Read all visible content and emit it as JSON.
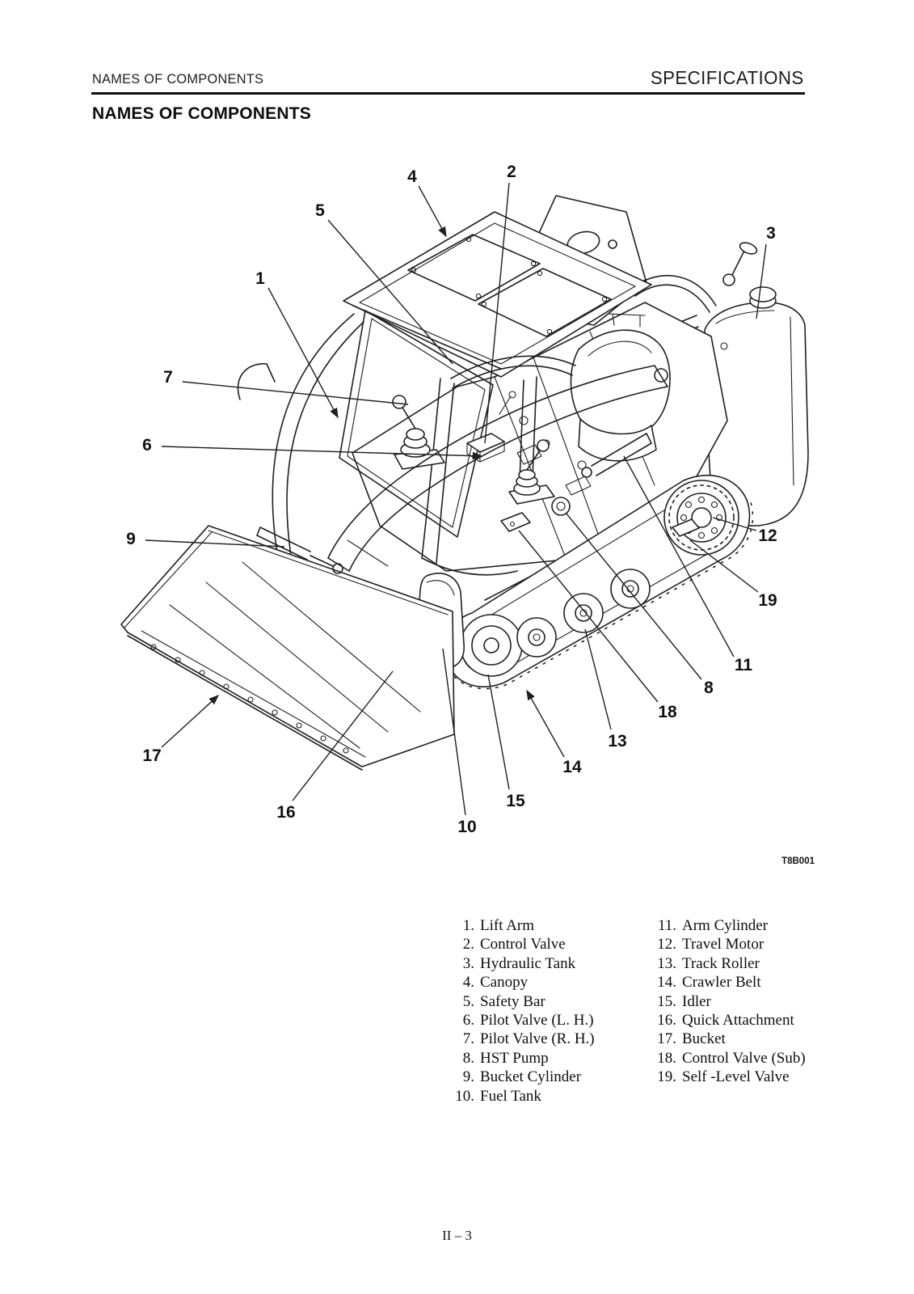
{
  "header": {
    "section_left": "NAMES OF COMPONENTS",
    "section_right": "SPECIFICATIONS"
  },
  "title": "NAMES OF COMPONENTS",
  "figure": {
    "code": "T8B001",
    "callouts": [
      "1",
      "2",
      "3",
      "4",
      "5",
      "6",
      "7",
      "8",
      "9",
      "10",
      "11",
      "12",
      "13",
      "14",
      "15",
      "16",
      "17",
      "18",
      "19"
    ]
  },
  "parts_list": {
    "left": [
      {
        "num": "1.",
        "name": "Lift Arm"
      },
      {
        "num": "2.",
        "name": "Control Valve"
      },
      {
        "num": "3.",
        "name": "Hydraulic Tank"
      },
      {
        "num": "4.",
        "name": "Canopy"
      },
      {
        "num": "5.",
        "name": "Safety Bar"
      },
      {
        "num": "6.",
        "name": "Pilot Valve (L. H.)"
      },
      {
        "num": "7.",
        "name": "Pilot Valve (R. H.)"
      },
      {
        "num": "8.",
        "name": "HST Pump"
      },
      {
        "num": "9.",
        "name": "Bucket Cylinder"
      },
      {
        "num": "10.",
        "name": "Fuel Tank"
      }
    ],
    "right": [
      {
        "num": "11.",
        "name": "Arm Cylinder"
      },
      {
        "num": "12.",
        "name": "Travel Motor"
      },
      {
        "num": "13.",
        "name": "Track Roller"
      },
      {
        "num": "14.",
        "name": "Crawler Belt"
      },
      {
        "num": "15.",
        "name": "Idler"
      },
      {
        "num": "16.",
        "name": "Quick Attachment"
      },
      {
        "num": "17.",
        "name": "Bucket"
      },
      {
        "num": "18.",
        "name": "Control Valve (Sub)"
      },
      {
        "num": "19.",
        "name": "Self -Level Valve"
      }
    ]
  },
  "footer": {
    "page_number": "II – 3"
  }
}
